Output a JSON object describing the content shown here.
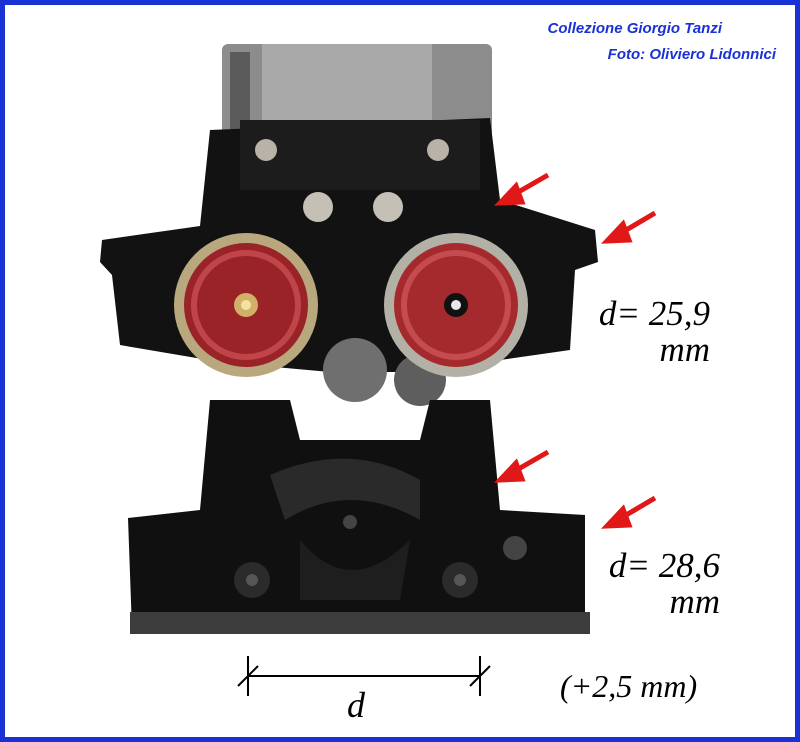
{
  "credits": {
    "collection": "Collezione   Giorgio Tanzi",
    "photo": "Foto: Oliviero Lidonnici"
  },
  "measurements": {
    "upper_value": "d= 25,9",
    "upper_unit": "mm",
    "lower_value": "d= 28,6",
    "lower_unit": "mm",
    "difference": "(+2,5 mm)",
    "dimension_label": "d"
  },
  "colors": {
    "border": "#1a31d6",
    "credits_text": "#1a31d6",
    "arrow": "#e01818",
    "chassis": "#111111",
    "wheel": "#a42a2e"
  }
}
